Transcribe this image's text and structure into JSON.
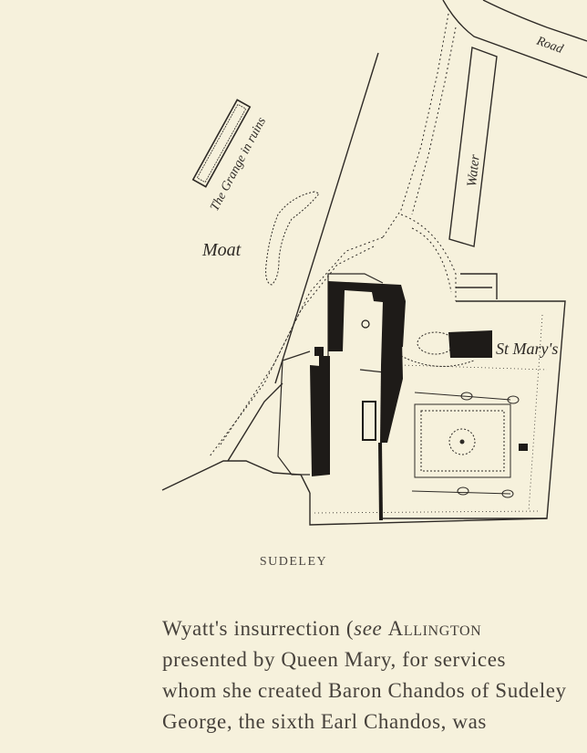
{
  "map": {
    "labels": {
      "road": "Road",
      "grange": "The Grange in ruins",
      "water": "Water",
      "moat": "Moat",
      "church": "St Mary's"
    }
  },
  "caption": "SUDELEY",
  "text": {
    "line1_before": "Wyatt's insurrection (",
    "line1_see": "see",
    "line1_ref": "Allington",
    "line2": "presented by Queen Mary, for services",
    "line3": "whom she created Baron Chandos of Sudeley",
    "line4": "George, the sixth Earl Chandos, was"
  },
  "colors": {
    "paper": "#f6f1dc",
    "ink": "#2e2a26"
  }
}
